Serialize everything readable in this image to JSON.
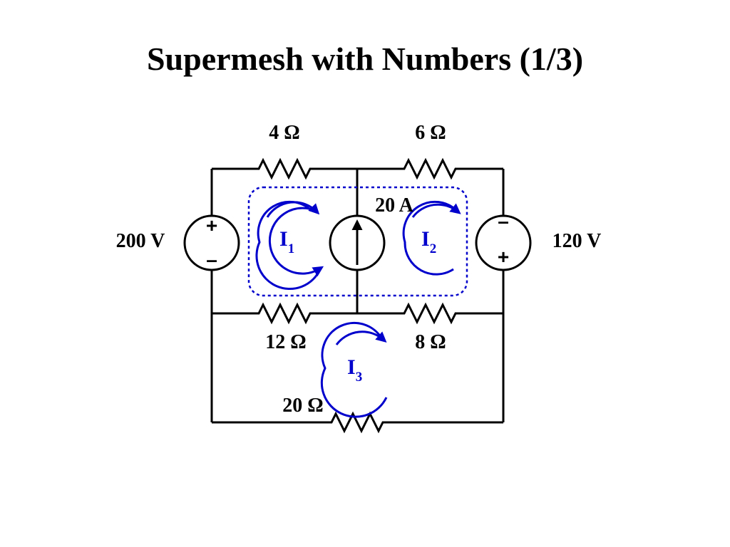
{
  "title": "Supermesh with Numbers (1/3)",
  "components": {
    "r_top_left": "4 Ω",
    "r_top_right": "6 Ω",
    "r_mid_left": "12 Ω",
    "r_mid_right": "8 Ω",
    "r_bottom": "20 Ω",
    "current_source": "20 A",
    "v_left": "200 V",
    "v_right": "120 V"
  },
  "polarity": {
    "left_top": "+",
    "left_bottom": "–",
    "right_top": "–",
    "right_bottom": "+"
  },
  "meshes": {
    "m1": {
      "letter": "I",
      "sub": "1"
    },
    "m2": {
      "letter": "I",
      "sub": "2"
    },
    "m3": {
      "letter": "I",
      "sub": "3"
    }
  },
  "colors": {
    "wire": "#000000",
    "mesh": "#0000cc"
  }
}
